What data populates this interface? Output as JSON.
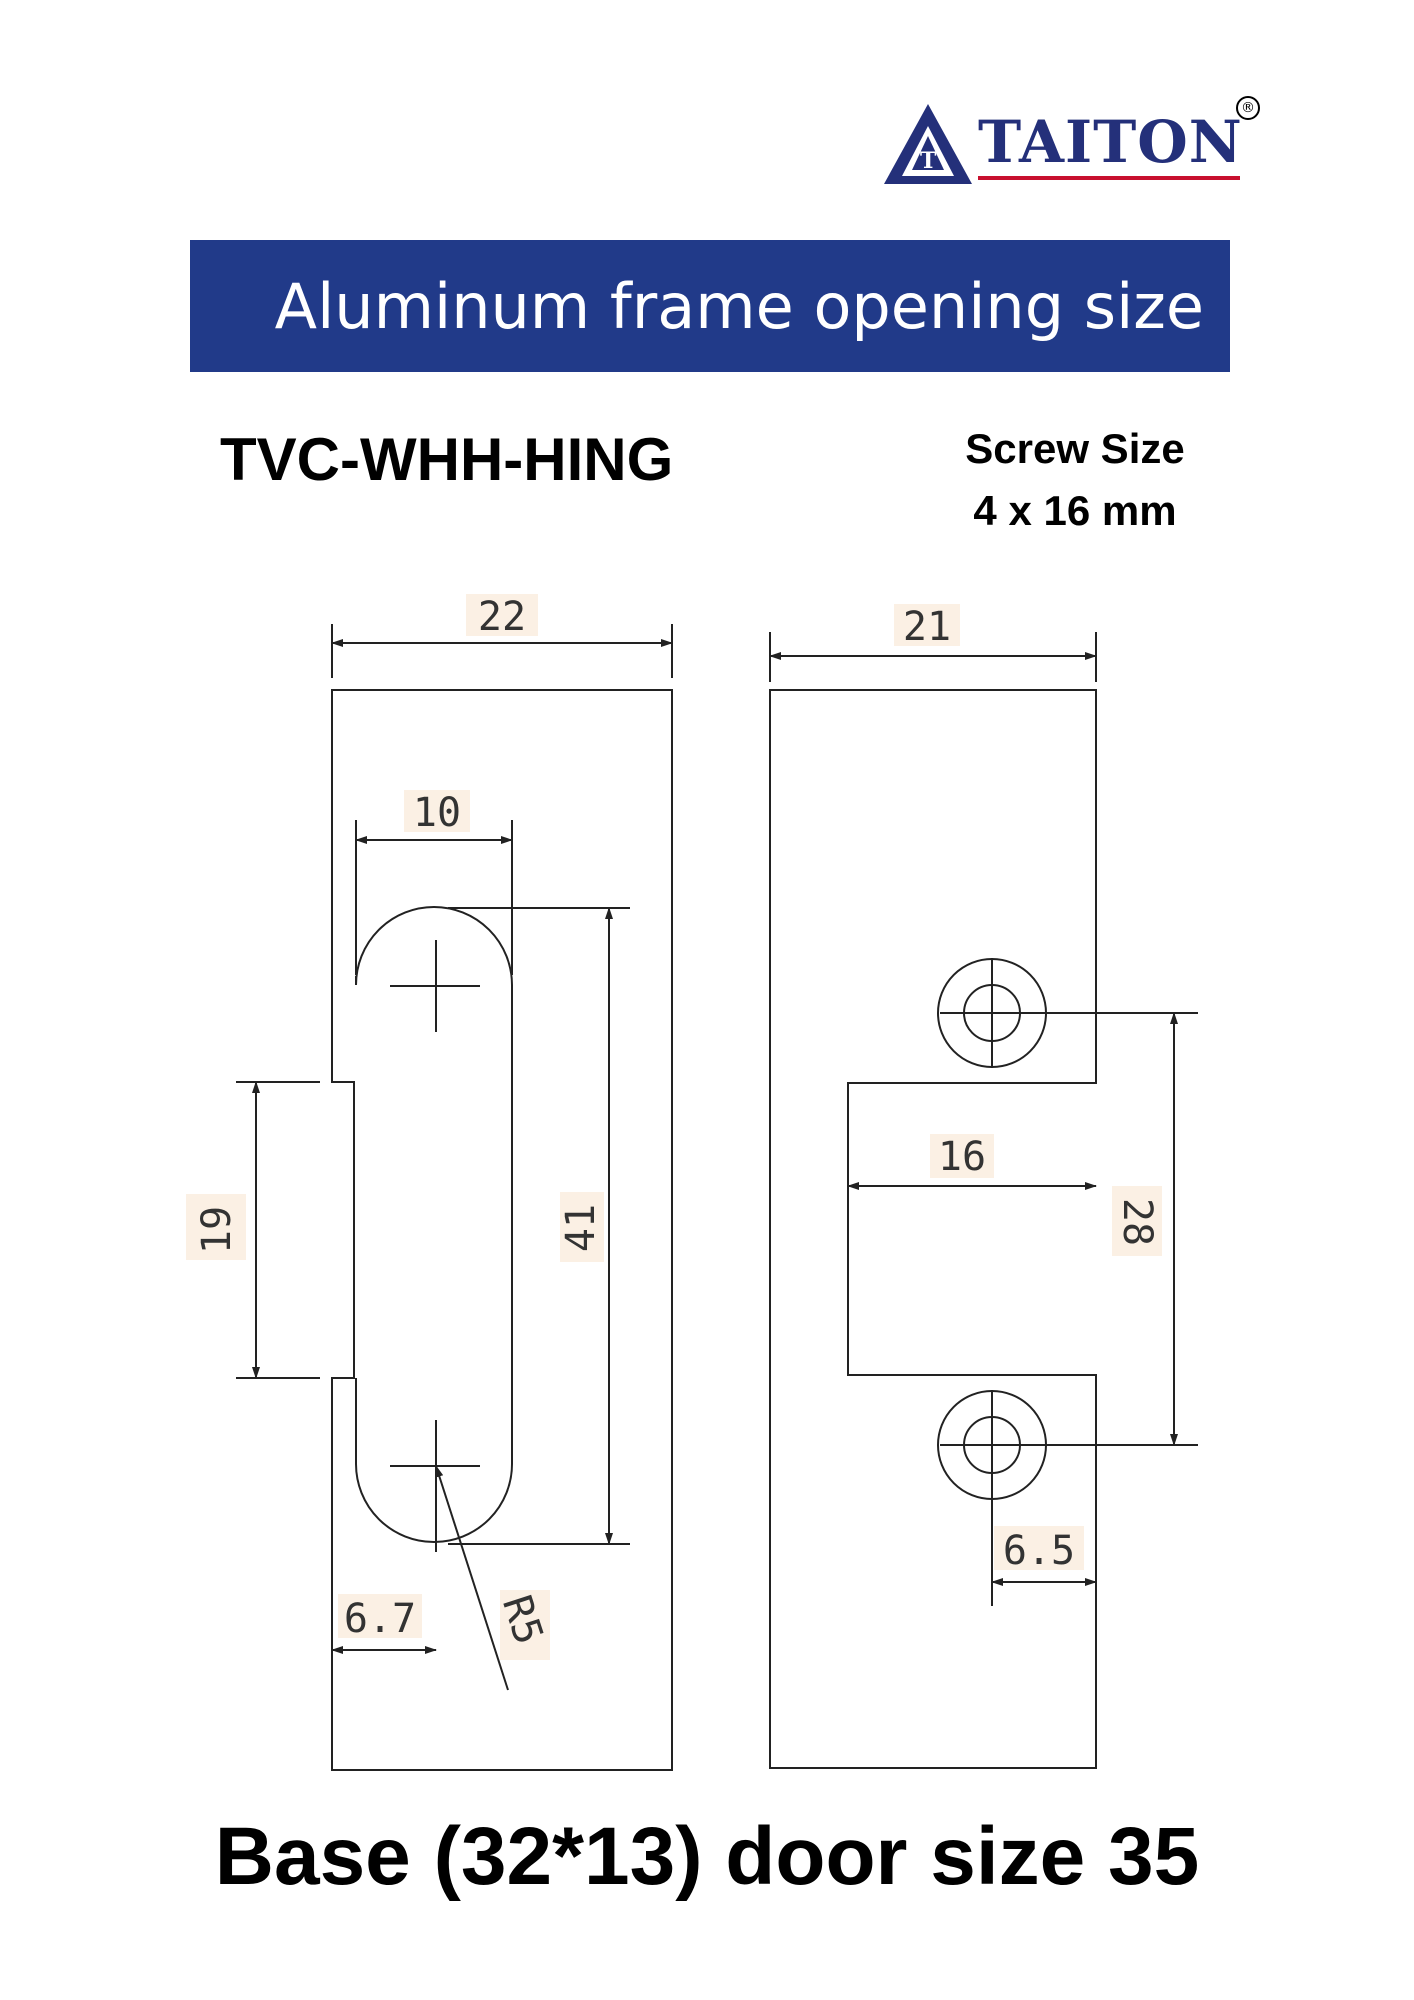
{
  "brand": {
    "name": "TAITON",
    "registered_mark": "®",
    "colors": {
      "primary": "#24307a",
      "accent": "#c8102e"
    }
  },
  "banner": {
    "title": "Aluminum frame opening size",
    "color": "#213a89"
  },
  "product": {
    "model": "TVC-WHH-HING"
  },
  "screw": {
    "label": "Screw Size",
    "value": "4 x 16 mm"
  },
  "diagram": {
    "left_part": {
      "dims": {
        "width": "22",
        "slot_width": "10",
        "notch_height": "19",
        "slot_length": "41",
        "offset": "6.7",
        "radius": "R5"
      }
    },
    "right_part": {
      "dims": {
        "width": "21",
        "cutout_depth": "16",
        "hole_spacing": "28",
        "hole_offset": "6.5"
      }
    }
  },
  "footer": {
    "caption": "Base (32*13) door size 35"
  }
}
